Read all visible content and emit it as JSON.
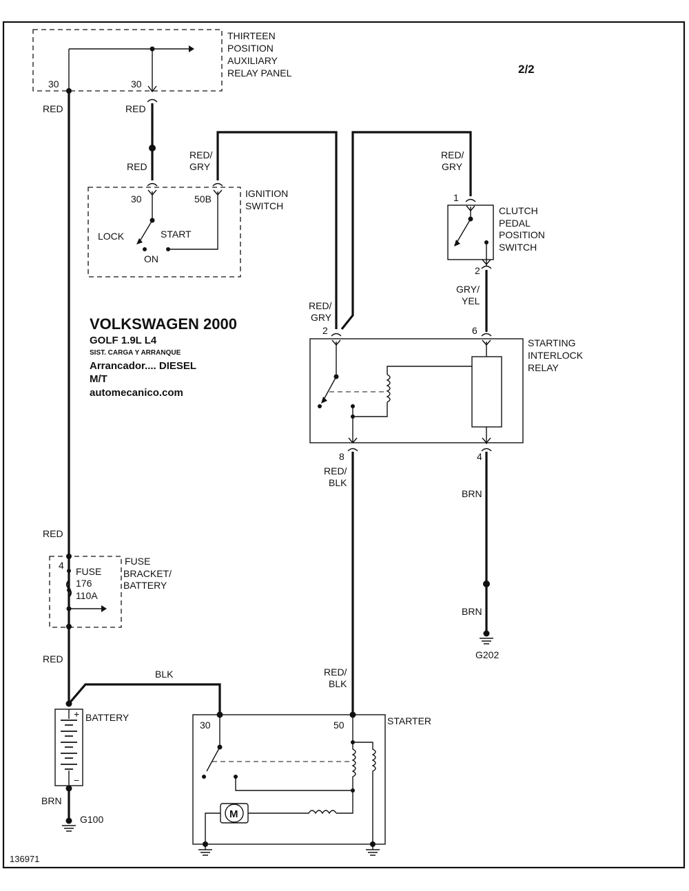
{
  "page": {
    "number": "2/2",
    "code": "136971"
  },
  "title_block": {
    "line1": "VOLKSWAGEN 2000",
    "line2": "GOLF  1.9L  L4",
    "line3": "SIST. CARGA Y ARRANQUE",
    "line4": "Arrancador....   DIESEL",
    "line5": "M/T",
    "line6": "automecanico.com"
  },
  "components": {
    "relay_panel": {
      "lines": [
        "THIRTEEN",
        "POSITION",
        "AUXILIARY",
        "RELAY PANEL"
      ],
      "pin_left": "30",
      "pin_right": "30"
    },
    "ignition_switch": {
      "lines": [
        "IGNITION",
        "SWITCH"
      ],
      "pin_30": "30",
      "pin_50b": "50B",
      "pos_lock": "LOCK",
      "pos_on": "ON",
      "pos_start": "START"
    },
    "clutch_switch": {
      "lines": [
        "CLUTCH",
        "PEDAL",
        "POSITION",
        "SWITCH"
      ],
      "pin_1": "1",
      "pin_2": "2"
    },
    "interlock_relay": {
      "lines": [
        "STARTING",
        "INTERLOCK",
        "RELAY"
      ],
      "pin_2": "2",
      "pin_6": "6",
      "pin_8": "8",
      "pin_4": "4"
    },
    "fuse": {
      "lines": [
        "FUSE",
        "BRACKET/",
        "BATTERY"
      ],
      "pin": "4",
      "fuse_lines": [
        "FUSE",
        "176",
        "110A"
      ]
    },
    "battery": {
      "label": "BATTERY",
      "plus": "+",
      "minus": "−"
    },
    "starter": {
      "label": "STARTER",
      "pin_30": "30",
      "pin_50": "50",
      "motor": "M"
    },
    "grounds": {
      "g100": "G100",
      "g202": "G202"
    }
  },
  "wires": {
    "red_1": "RED",
    "red_2": "RED",
    "red_3": "RED",
    "red_4": "RED",
    "red_5": "RED",
    "red_gry_1": [
      "RED/",
      "GRY"
    ],
    "red_gry_2": [
      "RED/",
      "GRY"
    ],
    "red_gry_3": [
      "RED/",
      "GRY"
    ],
    "gry_yel": [
      "GRY/",
      "YEL"
    ],
    "red_blk_1": [
      "RED/",
      "BLK"
    ],
    "red_blk_2": [
      "RED/",
      "BLK"
    ],
    "brn_1": "BRN",
    "brn_2": "BRN",
    "brn_3": "BRN",
    "blk": "BLK"
  }
}
